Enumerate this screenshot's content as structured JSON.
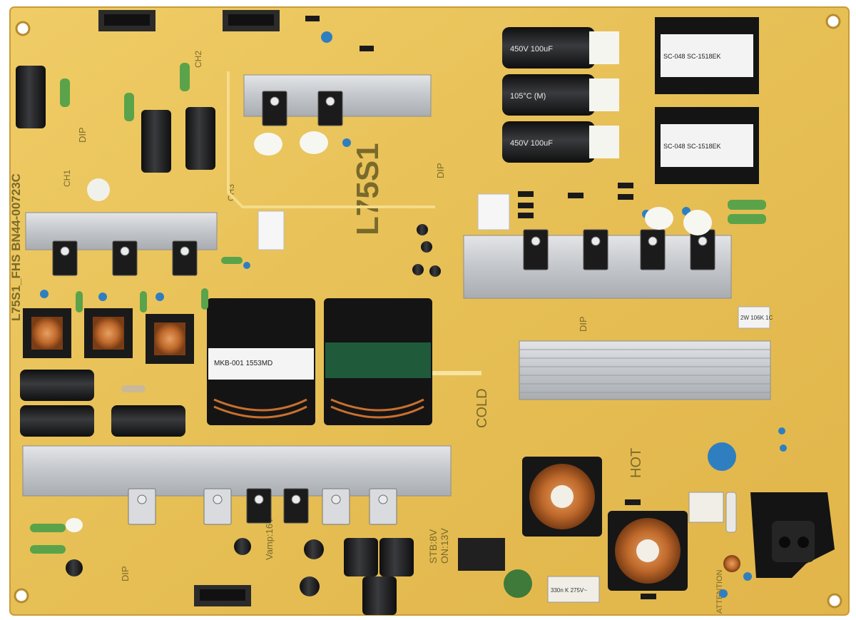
{
  "board": {
    "model_text": "L75S1",
    "part_number_text": "L75S1_FHS   BN44-00723C",
    "zone_hot": "HOT",
    "zone_cold": "COLD",
    "label_stb": "STB:8V",
    "label_on": "ON:13V",
    "label_vamp": "Vamp:16V",
    "label_ch1": "CH1",
    "label_ch2": "CH2",
    "label_ch3": "CH3",
    "label_dip": "DIP",
    "label_attention": "ATTENTION",
    "cap_marking_1": "450V 100uF",
    "cap_marking_2": "105°C (M)",
    "transformer_marking_1": "SC-048 SC-1518EK",
    "transformer_marking_2": "MKB-001 1553MD",
    "filter_cap_marking": "330n K 275V~",
    "sticker_marking": "2W 106K 1C"
  },
  "colors": {
    "pcb": "#e8c35a",
    "pcb_dark": "#d7a93b",
    "heatsink": "#c9ccd0",
    "capacitor": "#202124",
    "copper": "#c8702f",
    "transformer_core": "#111111",
    "blue_cap": "#2f7fc0"
  }
}
